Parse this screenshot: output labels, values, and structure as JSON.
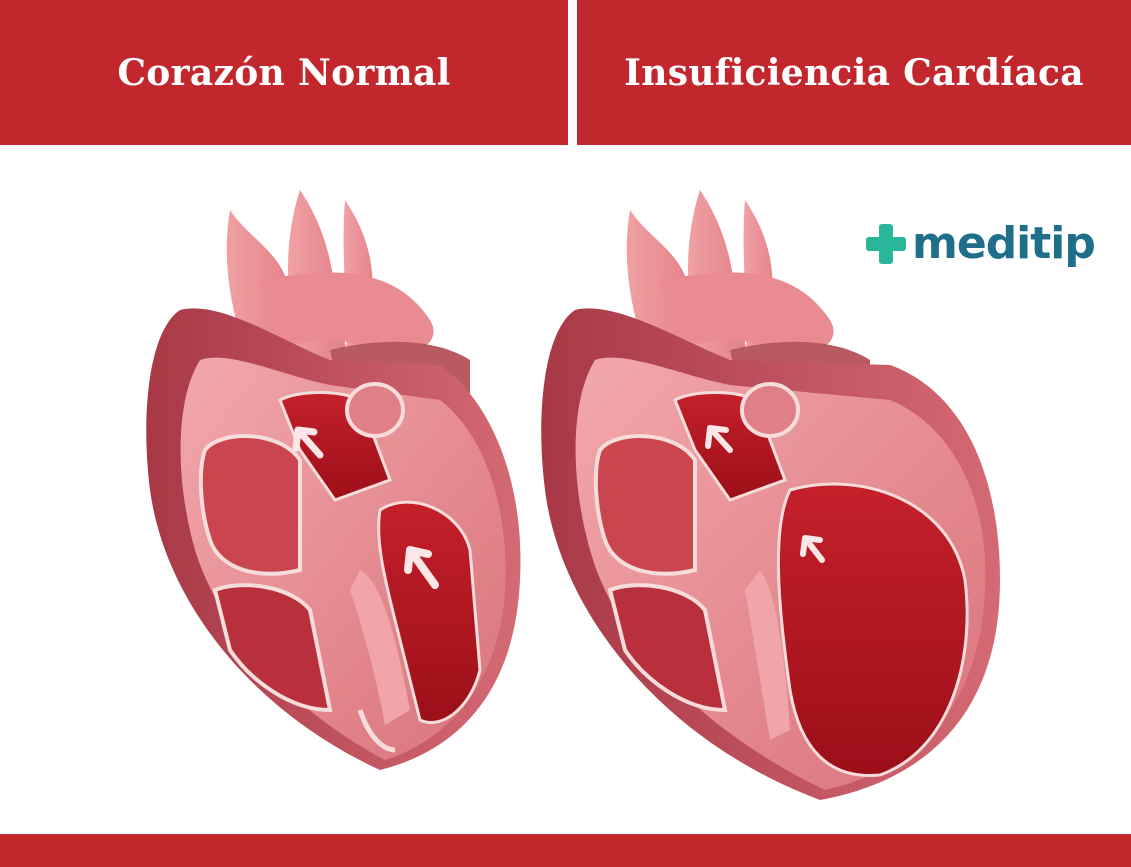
{
  "headers": {
    "left": "Corazón Normal",
    "right": "Insuficiencia Cardíaca"
  },
  "logo": {
    "text": "meditip",
    "icon": "plus-icon"
  },
  "colors": {
    "brand_red": "#c1272d",
    "muscle": "#e58a8f",
    "blood": "#b0121d",
    "logo_green": "#2bb59a",
    "logo_blue": "#1f6f8b"
  }
}
